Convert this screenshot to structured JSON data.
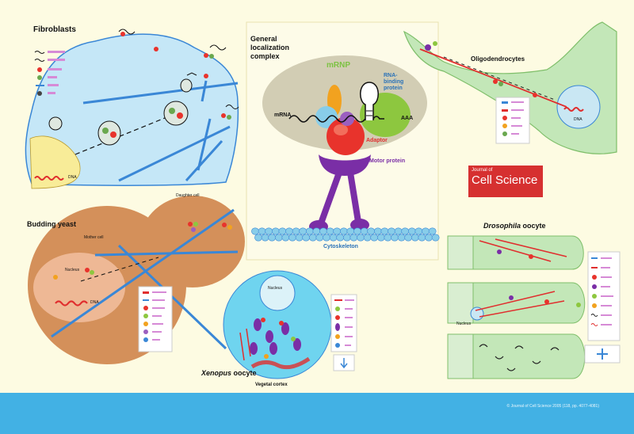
{
  "fibroblasts": {
    "title": "Fibroblasts",
    "dna": "DNA"
  },
  "general": {
    "title_l1": "General",
    "title_l2": "localization",
    "title_l3": "complex",
    "mrnp": "mRNP",
    "rbp_l1": "RNA-",
    "rbp_l2": "binding",
    "rbp_l3": "protein",
    "mrna": "mRNA",
    "polya": "AAA",
    "adaptor": "Adaptor",
    "motor": "Motor protein",
    "cytoskeleton": "Cytoskeleton"
  },
  "oligodendrocytes": {
    "title": "Oligodendrocytes",
    "dna": "DNA"
  },
  "journal": {
    "small": "Journal of",
    "name": "Cell Science"
  },
  "budding_yeast": {
    "title": "Budding yeast",
    "mother": "Mother cell",
    "daughter": "Daughter cell",
    "nucleus": "Nucleus",
    "dna": "DNA"
  },
  "xenopus": {
    "title_italic": "Xenopus",
    "title_rest": " oocyte",
    "nucleus": "Nucleus",
    "vegetal": "Vegetal cortex"
  },
  "drosophila": {
    "title_italic": "Drosophila",
    "title_rest": " oocyte",
    "nucleus": "Nucleus"
  },
  "footer": {
    "text": "© Journal of Cell Science 2005 (118, pp. 4077-4081)"
  },
  "colors": {
    "panel_bg": "#fdfbe2",
    "cell_fill": "#c5e7f7",
    "yeast_cell": "#d4905a",
    "microtubule": "#3a87d6",
    "actin": "#e02e2e",
    "motor": "#7a2ea6",
    "adaptor": "#e8332c",
    "rbp": "#8dc73f",
    "footer": "#42b1e4"
  }
}
